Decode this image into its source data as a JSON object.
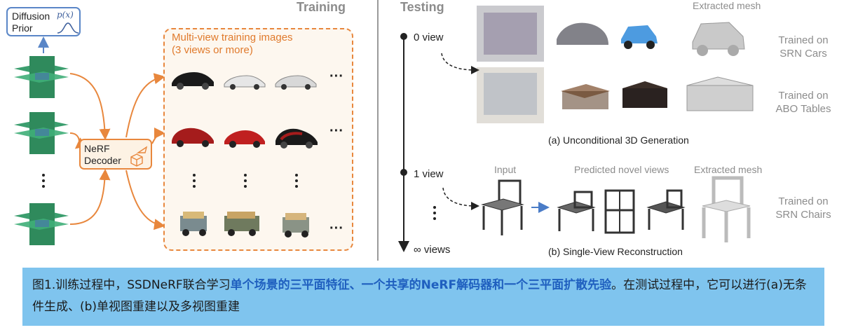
{
  "left": {
    "section_title": "Training",
    "prior_label_line1": "Diffusion",
    "prior_label_line2": "Prior",
    "prior_formula": "p(x)",
    "decoder_line1": "NeRF",
    "decoder_line2": "Decoder",
    "training_images_title_line1": "Multi-view training images",
    "training_images_title_line2": "(3 views or more)",
    "ellipsis": "···",
    "vdots": "⋮"
  },
  "right": {
    "section_title": "Testing",
    "timeline": {
      "zero_view": "0 view",
      "one_view": "1 view",
      "inf_views": "∞ views"
    },
    "extracted_mesh_top": "Extracted mesh",
    "trained_cars_line1": "Trained on",
    "trained_cars_line2": "SRN Cars",
    "trained_tables_line1": "Trained on",
    "trained_tables_line2": "ABO Tables",
    "caption_a": "(a) Unconditional 3D Generation",
    "input_label": "Input",
    "predicted_label": "Predicted novel views",
    "extracted_mesh_bottom": "Extracted mesh",
    "trained_chairs_line1": "Trained on",
    "trained_chairs_line2": "SRN Chairs",
    "caption_b": "(b) Single-View Reconstruction"
  },
  "caption": {
    "part1": "图1.训练过程中，SSDNeRF联合学习",
    "highlight": "单个场景的三平面特征、一个共享的NeRF解码器和一个三平面扩散先验",
    "part2": "。在测试过程中，它可以进行(a)无条件生成、(b)单视图重建以及多视图重建"
  },
  "colors": {
    "orange": "#e8873d",
    "blue": "#5a86c7",
    "caption_bg": "#7fc4ee",
    "highlight": "#1f5fbf"
  }
}
